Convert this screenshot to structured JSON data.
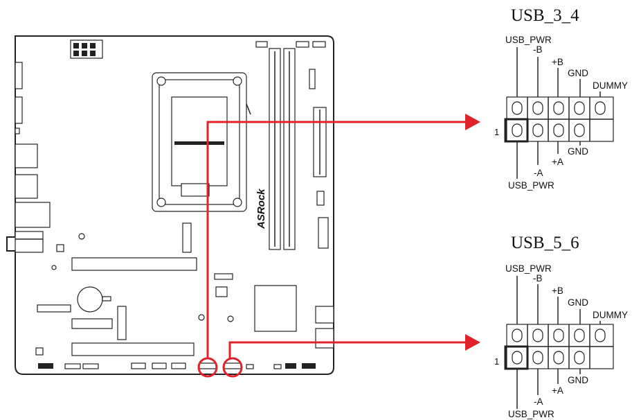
{
  "board": {
    "brand": "ASRock"
  },
  "headers": [
    {
      "id": "usb_3_4",
      "title": "USB_3_4",
      "pin_one_label": "1",
      "top_labels": [
        "USB_PWR",
        "-B",
        "+B",
        "GND",
        "DUMMY"
      ],
      "bottom_labels": [
        "USB_PWR",
        "-A",
        "+A",
        "GND"
      ]
    },
    {
      "id": "usb_5_6",
      "title": "USB_5_6",
      "pin_one_label": "1",
      "top_labels": [
        "USB_PWR",
        "-B",
        "+B",
        "GND",
        "DUMMY"
      ],
      "bottom_labels": [
        "USB_PWR",
        "-A",
        "+A",
        "GND"
      ]
    }
  ],
  "colors": {
    "callout": "#e0232b",
    "outline": "#222222"
  },
  "icons": [
    "motherboard-outline",
    "cpu-socket-icon",
    "dimm-slot-icon",
    "arrow-right-icon",
    "highlight-circle-icon"
  ]
}
